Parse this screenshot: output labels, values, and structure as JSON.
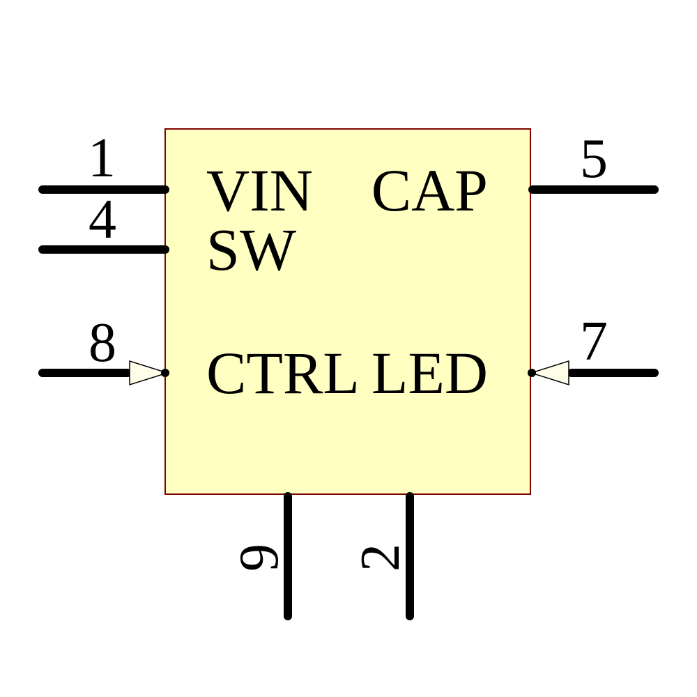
{
  "component": {
    "kind": "ic-schematic-symbol"
  },
  "colors": {
    "canvas_bg": "#ffffff",
    "body_fill": "#ffffc2",
    "body_border": "#7f0000",
    "arrow_fill": "#fffee8",
    "line": "#000000"
  },
  "pins": [
    {
      "number": "1",
      "label": "VIN",
      "side": "left",
      "has_arrow": false
    },
    {
      "number": "4",
      "label": "SW",
      "side": "left",
      "has_arrow": false
    },
    {
      "number": "8",
      "label": "CTRL",
      "side": "left",
      "has_arrow": true
    },
    {
      "number": "5",
      "label": "CAP",
      "side": "right",
      "has_arrow": false
    },
    {
      "number": "7",
      "label": "LED",
      "side": "right",
      "has_arrow": true
    },
    {
      "number": "9",
      "label": "",
      "side": "bottom",
      "has_arrow": false
    },
    {
      "number": "2",
      "label": "",
      "side": "bottom",
      "has_arrow": false
    }
  ]
}
